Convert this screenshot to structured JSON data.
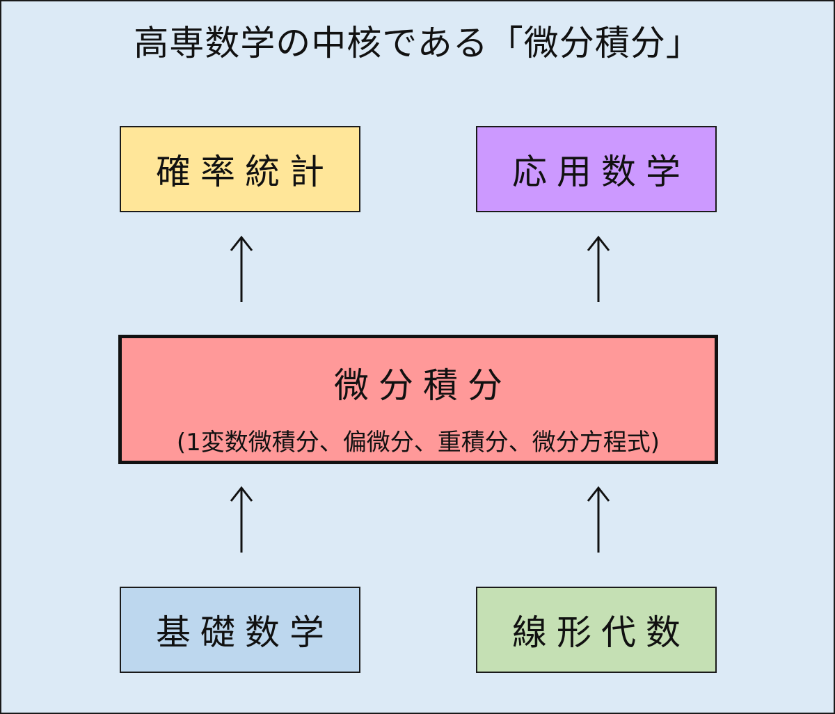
{
  "title": "高専数学の中核である「微分積分」",
  "top_boxes": {
    "probability_statistics": "確率統計",
    "applied_mathematics": "応用数学"
  },
  "center_box": {
    "title": "微分積分",
    "subtitle": "(1変数微積分、偏微分、重積分、微分方程式)"
  },
  "bottom_boxes": {
    "basic_mathematics": "基礎数学",
    "linear_algebra": "線形代数"
  },
  "colors": {
    "background": "#dceaf6",
    "probability_statistics": "#ffe699",
    "applied_mathematics": "#cc99ff",
    "calculus": "#ff9999",
    "basic_mathematics": "#bdd7ee",
    "linear_algebra": "#c5e0b4"
  }
}
